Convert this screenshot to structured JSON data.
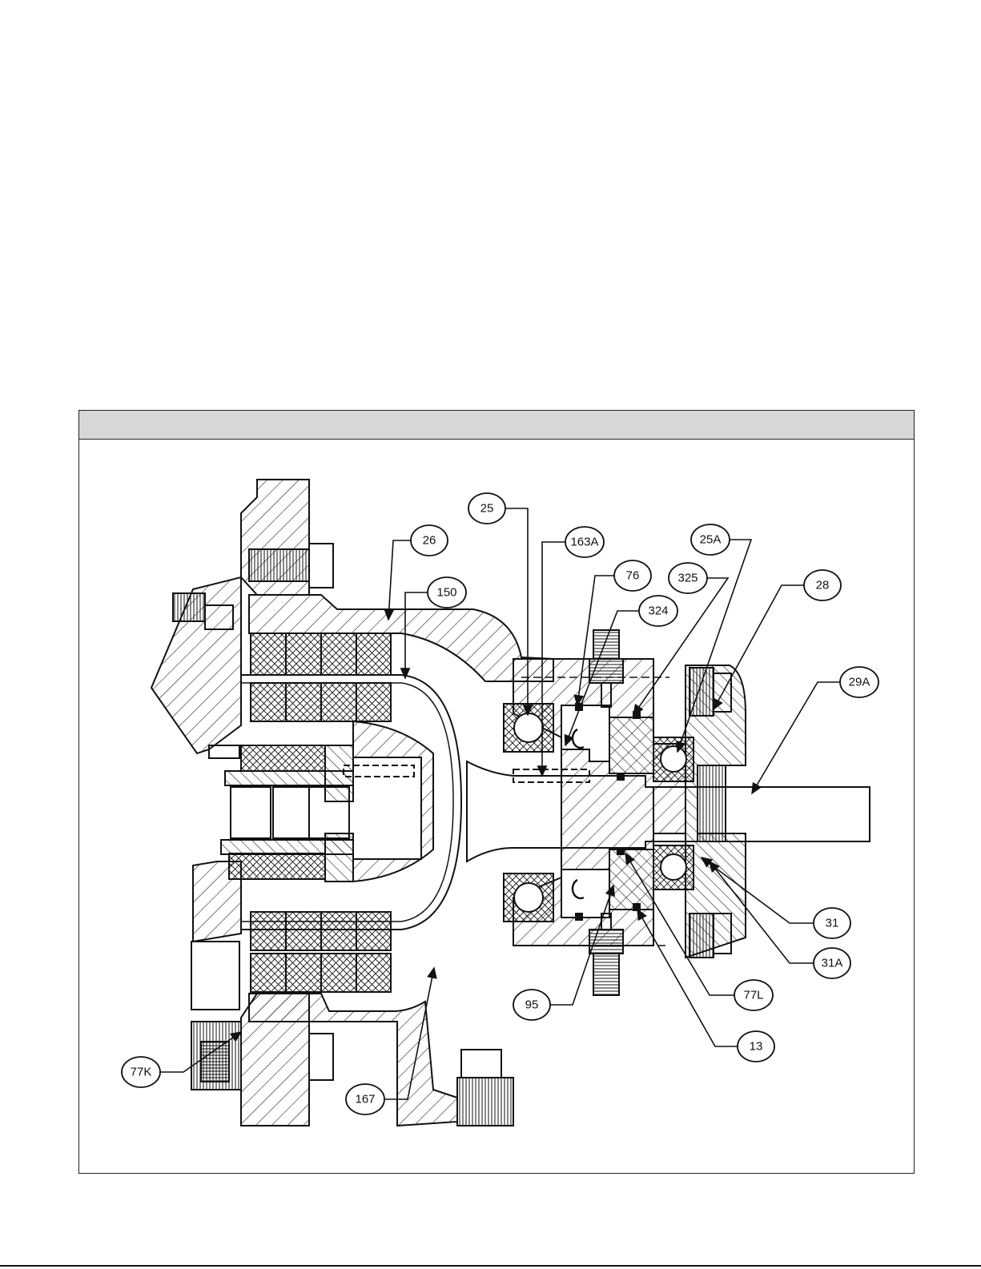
{
  "figure": {
    "callouts": [
      {
        "id": "c25",
        "label": "25"
      },
      {
        "id": "c163a",
        "label": "163A"
      },
      {
        "id": "c26",
        "label": "26"
      },
      {
        "id": "c150",
        "label": "150"
      },
      {
        "id": "c76",
        "label": "76"
      },
      {
        "id": "c324",
        "label": "324"
      },
      {
        "id": "c25a",
        "label": "25A"
      },
      {
        "id": "c325",
        "label": "325"
      },
      {
        "id": "c28",
        "label": "28"
      },
      {
        "id": "c29a",
        "label": "29A"
      },
      {
        "id": "c31",
        "label": "31"
      },
      {
        "id": "c31a",
        "label": "31A"
      },
      {
        "id": "c77l",
        "label": "77L"
      },
      {
        "id": "c13",
        "label": "13"
      },
      {
        "id": "c95",
        "label": "95"
      },
      {
        "id": "c77k",
        "label": "77K"
      },
      {
        "id": "c167",
        "label": "167"
      }
    ]
  }
}
